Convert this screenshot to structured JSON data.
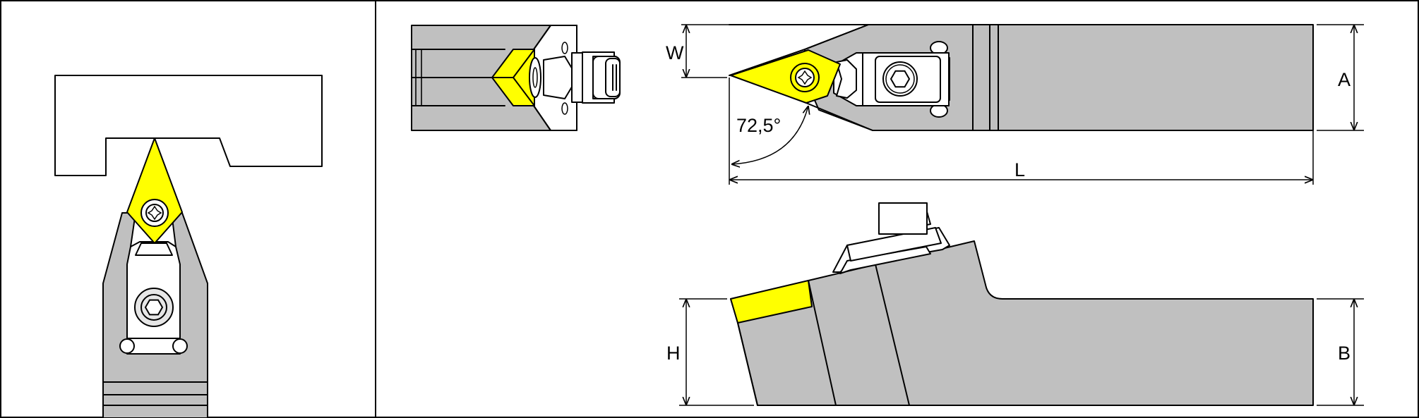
{
  "labels": {
    "w": "W",
    "a": "A",
    "l": "L",
    "h": "H",
    "b": "B",
    "angle": "72,5°"
  },
  "colors": {
    "body": "#c0c0c0",
    "insert": "#ffff00",
    "outline": "#000000",
    "background": "#ffffff"
  }
}
